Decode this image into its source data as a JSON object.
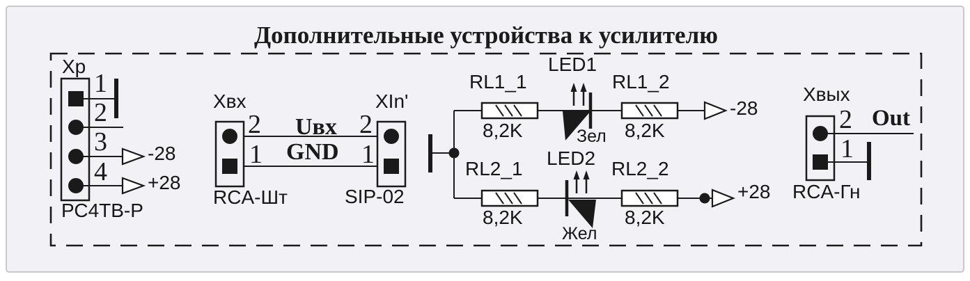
{
  "title": "Дополнительные устройства к усилителю",
  "connectors": {
    "xp": {
      "designator": "Хр",
      "type": "РС4ТВ-Р",
      "pins": [
        "1",
        "2",
        "3",
        "4"
      ]
    },
    "xvx": {
      "designator": "Хвх",
      "type": "RCA-Шт",
      "pins": [
        "2",
        "1"
      ]
    },
    "xin": {
      "designator": "XIn'",
      "type": "SIP-02",
      "pins": [
        "2",
        "1"
      ]
    },
    "xvyh": {
      "designator": "Хвых",
      "type": "RCA-Гн",
      "pins": [
        "2",
        "1"
      ]
    }
  },
  "nets": {
    "input_voltage": "Uвх",
    "ground": "GND",
    "output": "Out"
  },
  "ports": {
    "xp_neg": "-28",
    "xp_pos": "+28",
    "row1_neg": "-28",
    "row2_pos": "+28"
  },
  "resistors": [
    {
      "ref": "RL1_1",
      "value": "8,2K"
    },
    {
      "ref": "RL1_2",
      "value": "8,2K"
    },
    {
      "ref": "RL2_1",
      "value": "8,2K"
    },
    {
      "ref": "RL2_2",
      "value": "8,2K"
    }
  ],
  "leds": [
    {
      "ref": "LED1",
      "color": "Зел"
    },
    {
      "ref": "LED2",
      "color": "Жел"
    }
  ],
  "colors": {
    "ink": "#1a1a1a",
    "canvas": "#f2f2f6",
    "frame_border": "#c8c8cf"
  }
}
